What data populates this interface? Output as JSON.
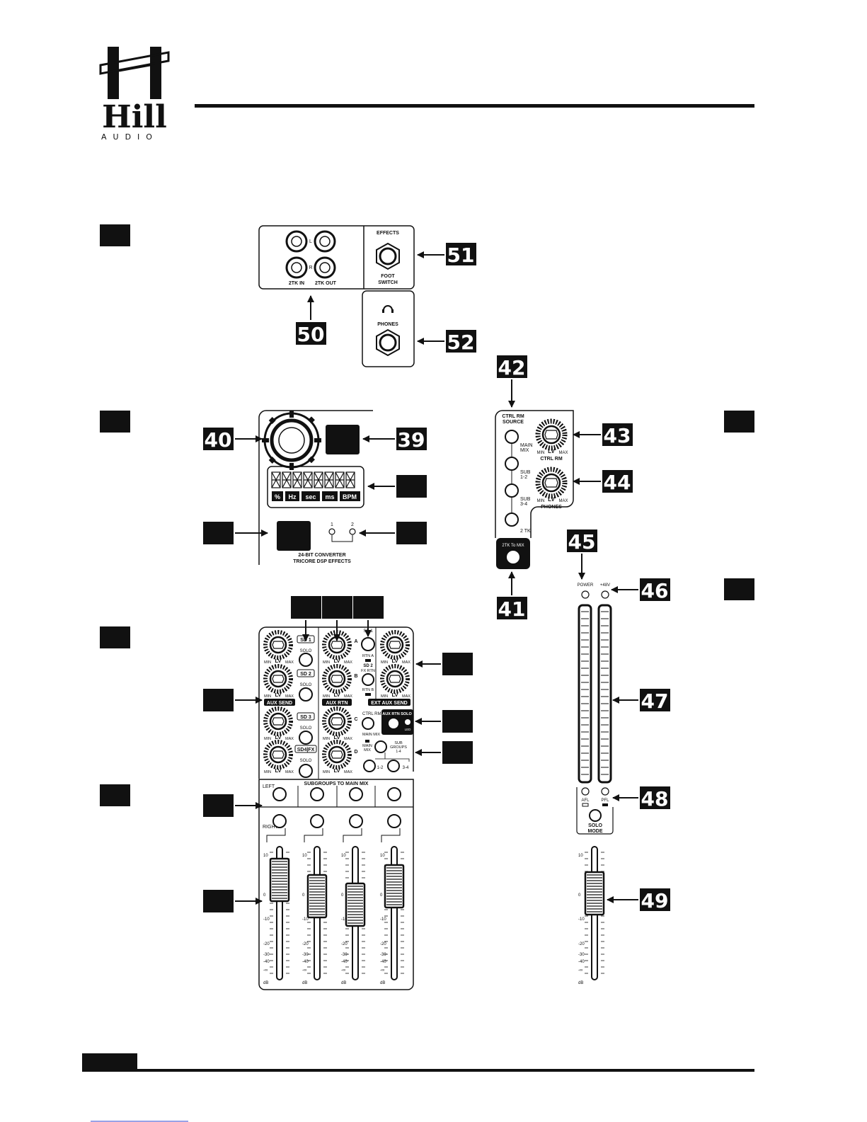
{
  "logo": {
    "name": "Hill",
    "sub": "AUDIO"
  },
  "callouts": {
    "c39": "39",
    "c40": "40",
    "c41": "41",
    "c42": "42",
    "c43": "43",
    "c44": "44",
    "c45": "45",
    "c46": "46",
    "c47": "47",
    "c48": "48",
    "c49": "49",
    "c50": "50",
    "c51": "51",
    "c52": "52"
  },
  "io_panel": {
    "left_mark": "L",
    "right_mark": "R",
    "in_label": "2TK IN",
    "out_label": "2TK OUT"
  },
  "foot_panel": {
    "top": "EFFECTS",
    "bottom1": "FOOT",
    "bottom2": "SWITCH"
  },
  "phones_panel": {
    "label": "PHONES"
  },
  "fx_panel": {
    "units": [
      "%",
      "Hz",
      "sec",
      "ms",
      "BPM"
    ],
    "led1": "1",
    "led2": "2",
    "line1": "24-BIT CONVERTER",
    "line2": "TRICORE DSP EFFECTS"
  },
  "ctrl_room": {
    "title1": "CTRL RM",
    "title2": "SOURCE",
    "main_mix1": "MAIN",
    "main_mix2": "MIX",
    "sub12a": "SUB",
    "sub12b": "1-2",
    "sub34a": "SUB",
    "sub34b": "3-4",
    "tk2": "2 TK",
    "knob_ctrl": "CTRL RM",
    "knob_phones": "PHONES",
    "tk_to_mix": "2TK To MIX"
  },
  "knob_scale": {
    "min": "MIN",
    "lv": "LV",
    "max": "MAX"
  },
  "aux_panel": {
    "sd1": "SD 1",
    "sd2": "SD 2",
    "sd3": "SD 3",
    "sd4": "SD4|FX",
    "solo": "SOLO",
    "aux_send": "AUX SEND",
    "aux_rtn": "AUX RTN",
    "ext_aux_send": "EXT AUX SEND",
    "a": "A",
    "b": "B",
    "c": "C",
    "d": "D",
    "ext_sd1": "SD 1",
    "rtn_a": "RTN A",
    "ext_sd2": "SD 2",
    "fx_rtn": "FX RTN",
    "rtn_b": "RTN B",
    "ctrl_rm": "CTRL RM",
    "main_mix": "MAIN MIX",
    "aux_rtn_solo": "AUX RTN SOLO",
    "led_lbl": "LED",
    "main_mix1": "MAIN",
    "main_mix2": "MIX",
    "sub_groups1": "SUB",
    "sub_groups2": "GROUPS",
    "sub_groups3": "1-4",
    "sg12": "1-2",
    "sg34": "3-4"
  },
  "subgroups": {
    "title": "SUBGROUPS TO MAIN MIX",
    "left": "LEFT",
    "right": "RIGHT"
  },
  "fader_scale": [
    "10",
    "0",
    "-10",
    "-20",
    "-30",
    "-40",
    "-∞",
    "dB"
  ],
  "meters": {
    "power": "POWER",
    "phantom": "+48V",
    "afl": "AFL",
    "pfl": "PFL",
    "solo_mode1": "SOLO",
    "solo_mode2": "MODE"
  }
}
